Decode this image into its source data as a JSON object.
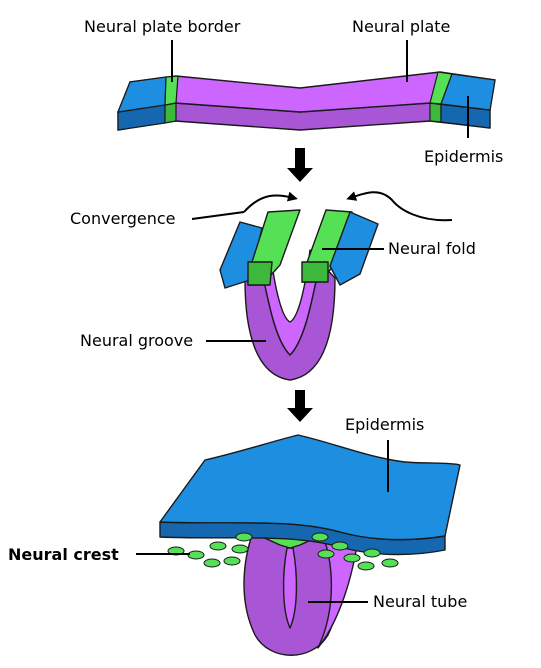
{
  "labels": {
    "neural_plate_border": "Neural plate border",
    "neural_plate": "Neural plate",
    "epidermis_top": "Epidermis",
    "convergence": "Convergence",
    "neural_fold": "Neural fold",
    "neural_groove": "Neural groove",
    "epidermis_bottom": "Epidermis",
    "neural_crest": "Neural crest",
    "neural_tube": "Neural tube"
  },
  "colors": {
    "epidermis": "#1e8fe0",
    "epidermis_dark": "#1568b0",
    "neural_plate": "#cc66ff",
    "neural_plate_dark": "#a855d6",
    "neural_crest": "#55e055",
    "neural_crest_dark": "#3cb83c",
    "arrow": "#000000"
  },
  "icons": {
    "stage_arrow": "down-arrow-icon",
    "convergence_arrow": "curved-arrow-icon"
  }
}
